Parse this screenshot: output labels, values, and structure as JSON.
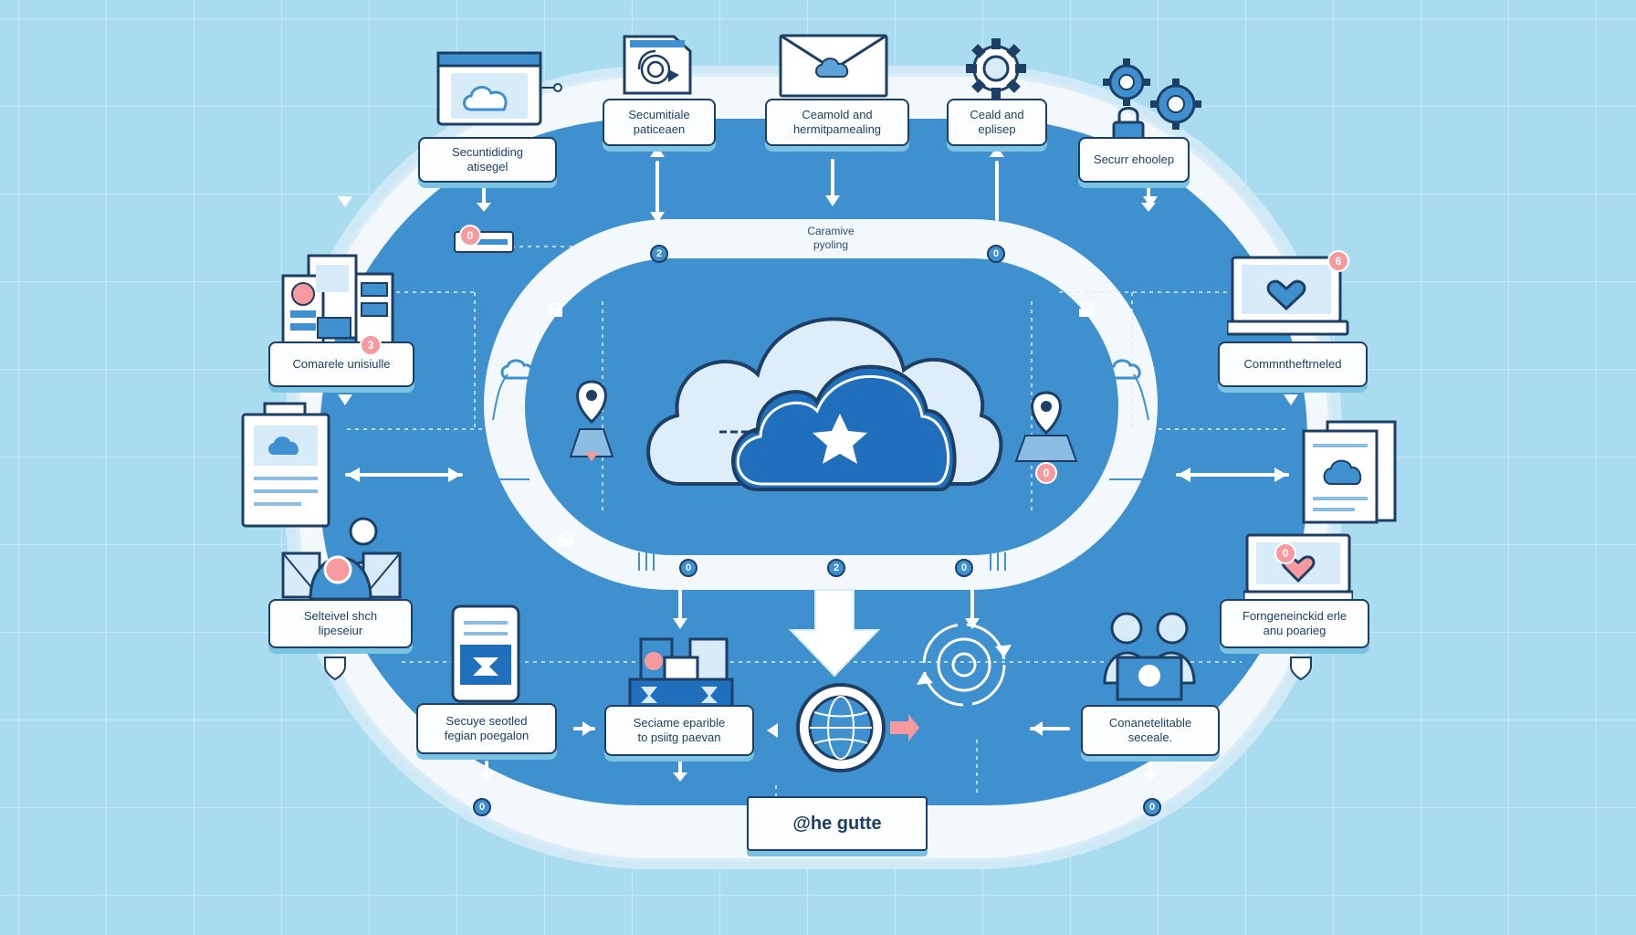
{
  "title": "@he gutte",
  "loop_label": {
    "line1": "Caramive",
    "line2": "pyoling"
  },
  "labels": [
    {
      "id": "top-1",
      "line1": "Secuntididing",
      "line2": "atisegel"
    },
    {
      "id": "top-2",
      "line1": "Secumitiale",
      "line2": "paticeaen"
    },
    {
      "id": "top-3",
      "line1": "Ceamold and",
      "line2": "hermitpamealing"
    },
    {
      "id": "top-4",
      "line1": "Ceald and",
      "line2": "eplisep"
    },
    {
      "id": "top-5",
      "line1": "Securr ehoolep",
      "line2": ""
    },
    {
      "id": "left-1",
      "line1": "Comarele unisiulle",
      "line2": ""
    },
    {
      "id": "right-1",
      "line1": "Commntheftrneled",
      "line2": ""
    },
    {
      "id": "left-2",
      "line1": "Selteivel shch",
      "line2": "lipeseiur"
    },
    {
      "id": "right-2",
      "line1": "Forngeneinckid erle",
      "line2": "anu poarieg"
    },
    {
      "id": "bottom-1",
      "line1": "Secuye seotled",
      "line2": "fegian poegalon"
    },
    {
      "id": "bottom-2",
      "line1": "Seciame eparible",
      "line2": "to psiitg paevan"
    },
    {
      "id": "bottom-3",
      "line1": "Conanetelitable",
      "line2": "seceale."
    }
  ],
  "badges": [
    "2",
    "0",
    "0",
    "2",
    "0",
    "0",
    "0"
  ],
  "pink_badges": [
    "0",
    "3",
    "6",
    "0",
    "0"
  ],
  "colors": {
    "background": "#a9dcef",
    "ring": "#3e90cf",
    "track": "#f3f8fc",
    "outline": "#1d3f66",
    "accent": "#f79aa0"
  }
}
